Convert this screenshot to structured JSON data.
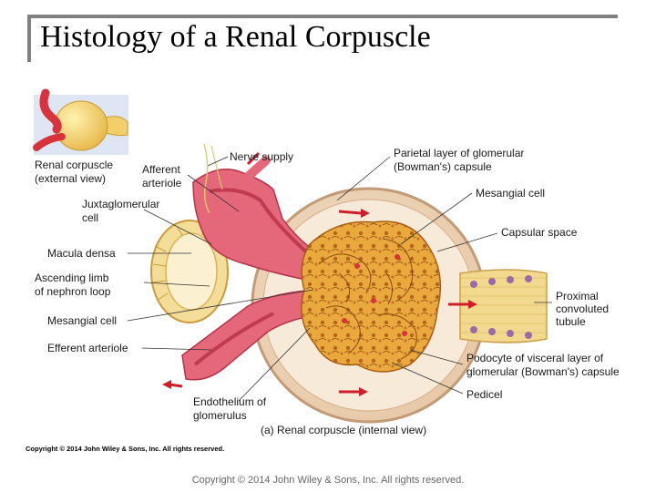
{
  "title": "Histology of a Renal Corpuscle",
  "labels": {
    "renal_corpuscle_external_1": "Renal corpuscle",
    "renal_corpuscle_external_2": "(external view)",
    "afferent_arteriole_1": "Afferent",
    "afferent_arteriole_2": "arteriole",
    "nerve_supply": "Nerve supply",
    "parietal_layer_1": "Parietal layer of glomerular",
    "parietal_layer_2": "(Bowman's) capsule",
    "juxtaglomerular_cell_1": "Juxtaglomerular",
    "juxtaglomerular_cell_2": "cell",
    "mesangial_cell_right": "Mesangial cell",
    "capsular_space": "Capsular space",
    "macula_densa": "Macula densa",
    "ascending_limb_1": "Ascending limb",
    "ascending_limb_2": "of nephron loop",
    "proximal_tubule_1": "Proximal",
    "proximal_tubule_2": "convoluted",
    "proximal_tubule_3": "tubule",
    "mesangial_cell_left": "Mesangial cell",
    "efferent_arteriole": "Efferent arteriole",
    "podocyte_1": "Podocyte of visceral layer of",
    "podocyte_2": "glomerular (Bowman's) capsule",
    "pedicel": "Pedicel",
    "endothelium_1": "Endothelium of",
    "endothelium_2": "glomerulus",
    "internal_view": "(a) Renal corpuscle (internal view)"
  },
  "image_credit": "Copyright © 2014 John Wiley & Sons, Inc. All rights reserved.",
  "footer": "Copyright © 2014 John Wiley & Sons, Inc. All rights reserved.",
  "colors": {
    "capsule": "#f1dcc2",
    "capsule_border": "#c9a486",
    "vessel": "#e05a6a",
    "vessel_dark": "#b8324a",
    "glomerulus": "#e8a53a",
    "glomerulus_dark": "#b86a1c",
    "tubule": "#f0d28c",
    "arrow": "#cc1f2a"
  }
}
